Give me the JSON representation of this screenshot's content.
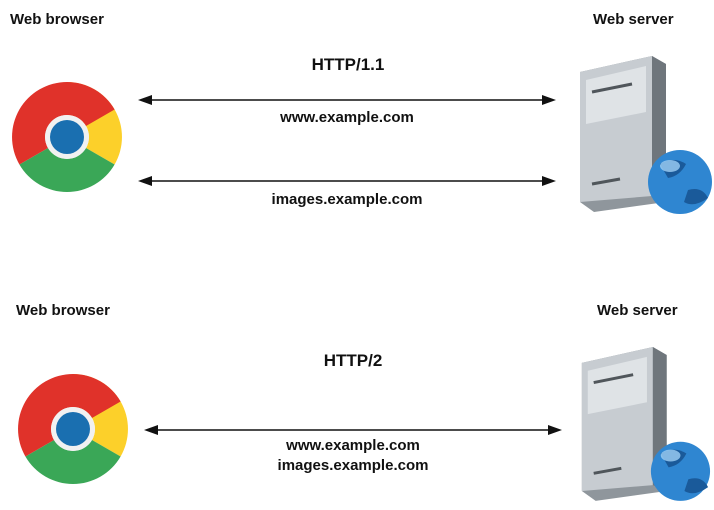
{
  "panels": [
    {
      "browser_label": "Web browser",
      "server_label": "Web server",
      "protocol": "HTTP/1.1",
      "hosts": [
        "www.example.com",
        "images.example.com"
      ]
    },
    {
      "browser_label": "Web browser",
      "server_label": "Web server",
      "protocol": "HTTP/2",
      "hosts": [
        "www.example.com",
        "images.example.com"
      ]
    }
  ],
  "icons": {
    "browser": "chrome-browser-icon",
    "server": "web-server-icon"
  },
  "colors": {
    "chrome_red": "#e0322a",
    "chrome_green": "#3aa757",
    "chrome_yellow": "#fcd02a",
    "chrome_blue": "#1a6fb0",
    "server_gray": "#9aa0a6",
    "globe_blue": "#2f86d1",
    "line": "#111111"
  }
}
